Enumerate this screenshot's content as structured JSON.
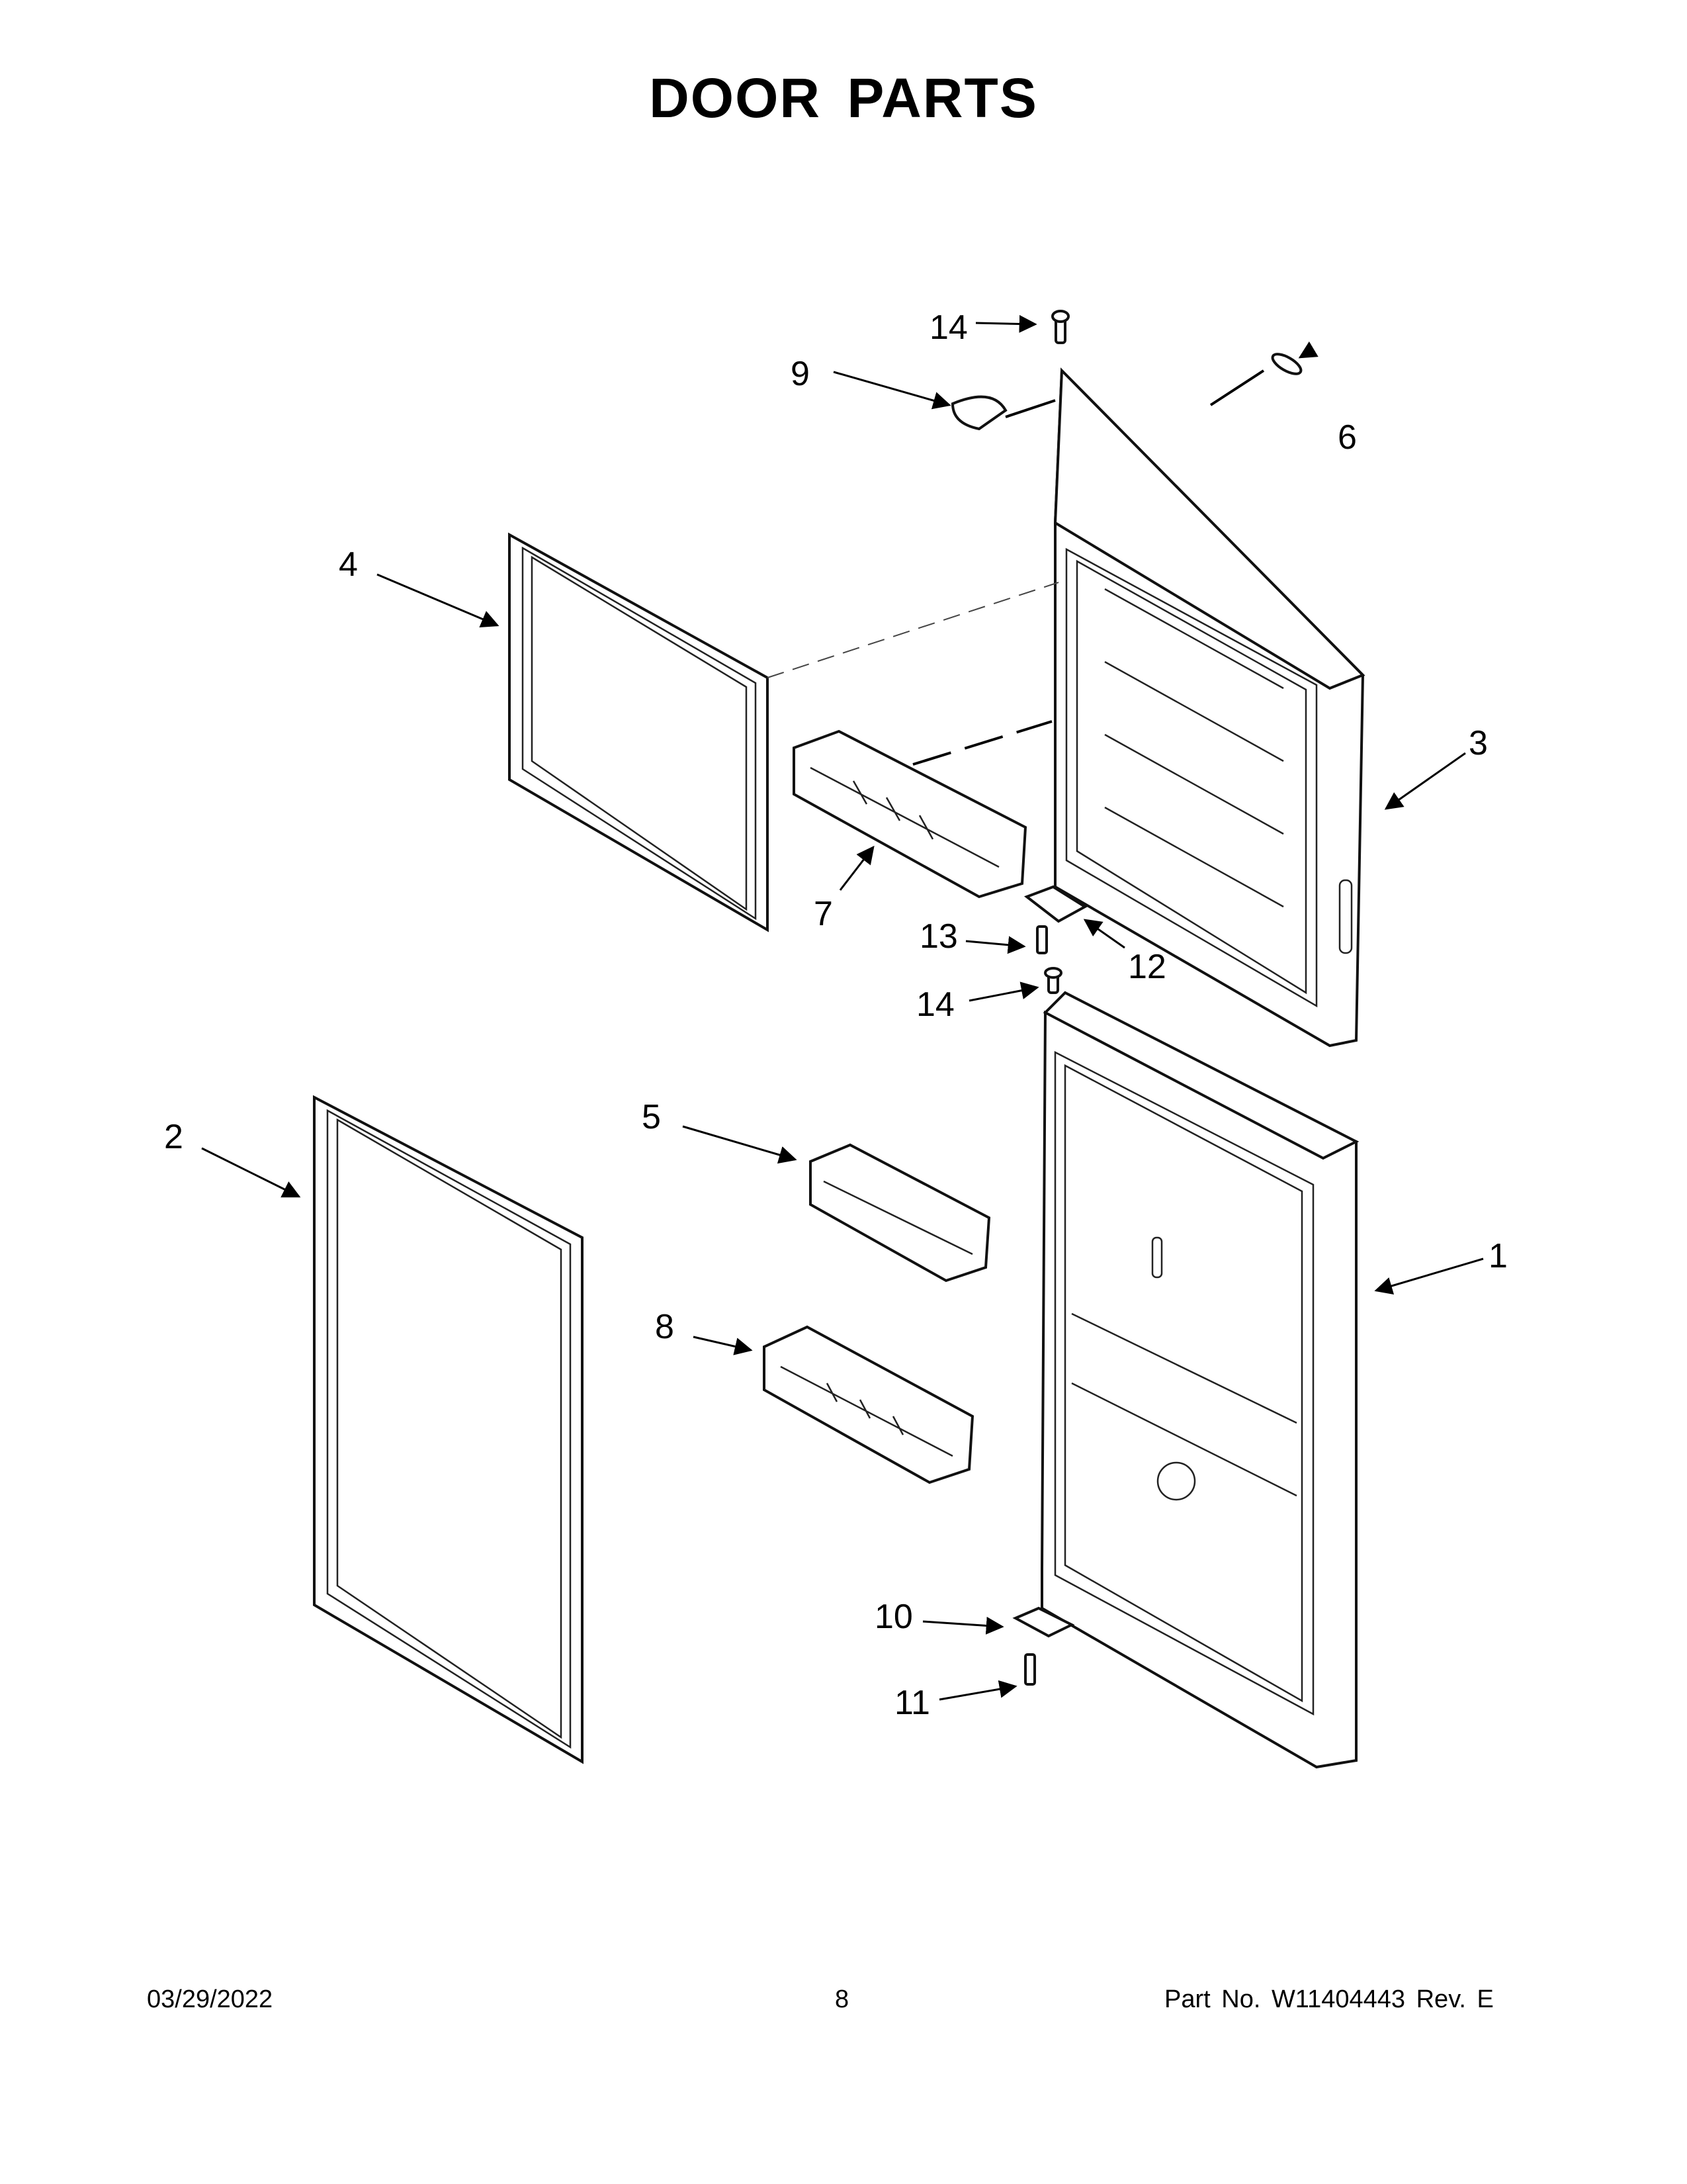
{
  "title": "DOOR PARTS",
  "footer": {
    "date": "03/29/2022",
    "page": "8",
    "part_no": "Part No.  W11404443  Rev.  E"
  },
  "callouts": [
    {
      "id": "1",
      "label": "1"
    },
    {
      "id": "2",
      "label": "2"
    },
    {
      "id": "3",
      "label": "3"
    },
    {
      "id": "4",
      "label": "4"
    },
    {
      "id": "5",
      "label": "5"
    },
    {
      "id": "6",
      "label": "6"
    },
    {
      "id": "7",
      "label": "7"
    },
    {
      "id": "8",
      "label": "8"
    },
    {
      "id": "9",
      "label": "9"
    },
    {
      "id": "10",
      "label": "10"
    },
    {
      "id": "11",
      "label": "11"
    },
    {
      "id": "12",
      "label": "12"
    },
    {
      "id": "13",
      "label": "13"
    },
    {
      "id": "14a",
      "label": "14"
    },
    {
      "id": "14b",
      "label": "14"
    }
  ]
}
